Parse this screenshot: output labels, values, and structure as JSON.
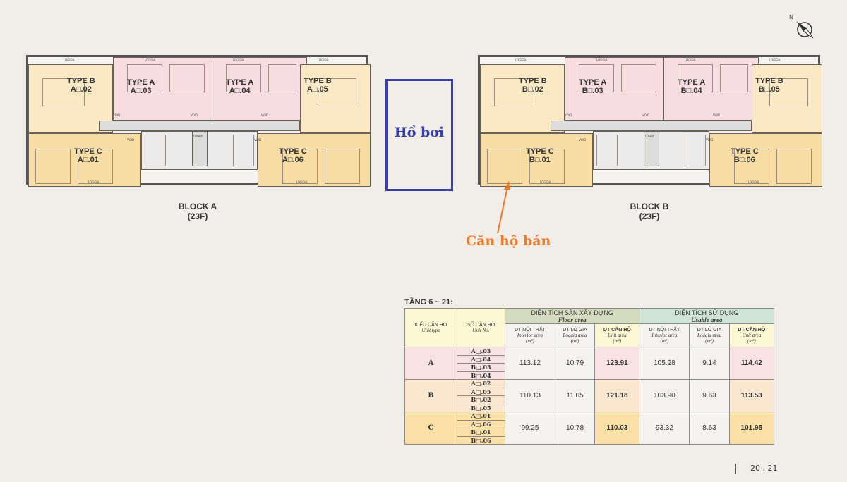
{
  "blocks": [
    {
      "name": "BLOCK A",
      "floors": "(23F)",
      "units": {
        "u02": [
          "TYPE B",
          "A□.02"
        ],
        "u03": [
          "TYPE A",
          "A□.03"
        ],
        "u04": [
          "TYPE A",
          "A□.04"
        ],
        "u05": [
          "TYPE B",
          "A□.05"
        ],
        "u01": [
          "TYPE C",
          "A□.01"
        ],
        "u06": [
          "TYPE C",
          "A□.06"
        ]
      }
    },
    {
      "name": "BLOCK B",
      "floors": "(23F)",
      "units": {
        "u02": [
          "TYPE B",
          "B□.02"
        ],
        "u03": [
          "TYPE A",
          "B□.03"
        ],
        "u04": [
          "TYPE A",
          "B□.04"
        ],
        "u05": [
          "TYPE B",
          "B□.05"
        ],
        "u01": [
          "TYPE C",
          "B□.01"
        ],
        "u06": [
          "TYPE C",
          "B□.06"
        ]
      }
    }
  ],
  "plan_labels": {
    "lobby": "LOBBY",
    "loggia": "LOGGIA",
    "void": "VOID"
  },
  "pool_label": "Hồ bơi",
  "sale_label": "Căn hộ bán",
  "compass": "N",
  "table": {
    "title": "TẦNG 6 ~ 21:",
    "col_unit_type": [
      "KIỂU CĂN HỘ",
      "Unit type"
    ],
    "col_unit_no": [
      "SỐ CĂN HỘ",
      "Unit No."
    ],
    "group_floor": [
      "DIỆN TÍCH SÀN XÂY DỰNG",
      "Floor area"
    ],
    "group_usable": [
      "DIỆN TÍCH SỬ DỤNG",
      "Usable area"
    ],
    "sub": [
      [
        "DT NỘI THẤT",
        "Interior area",
        "(m²)"
      ],
      [
        "DT LÔ GIA",
        "Loggia area",
        "(m²)"
      ],
      [
        "DT CĂN HỘ",
        "Unit area",
        "(m²)"
      ]
    ],
    "rows": [
      {
        "type": "A",
        "units": [
          "A□.03",
          "A□.04",
          "B□.03",
          "B□.04"
        ],
        "floor": [
          "113.12",
          "10.79",
          "123.91"
        ],
        "usable": [
          "105.28",
          "9.14",
          "114.42"
        ]
      },
      {
        "type": "B",
        "units": [
          "A□.02",
          "A□.05",
          "B□.02",
          "B□.05"
        ],
        "floor": [
          "110.13",
          "11.05",
          "121.18"
        ],
        "usable": [
          "103.90",
          "9.63",
          "113.53"
        ]
      },
      {
        "type": "C",
        "units": [
          "A□.01",
          "A□.06",
          "B□.01",
          "B□.06"
        ],
        "floor": [
          "99.25",
          "10.78",
          "110.03"
        ],
        "usable": [
          "93.32",
          "8.63",
          "101.95"
        ]
      }
    ]
  },
  "page_number": "20 . 21"
}
